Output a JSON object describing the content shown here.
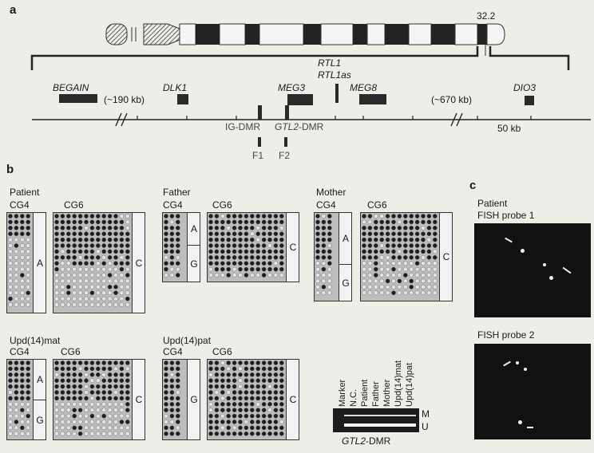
{
  "panels": {
    "a": "a",
    "b": "b",
    "c": "c"
  },
  "panel_a": {
    "band": "32.2",
    "genes": {
      "begain": "BEGAIN",
      "dlk1": "DLK1",
      "meg3": "MEG3",
      "rtl1": "RTL1",
      "rtl1as": "RTL1as",
      "meg8": "MEG8",
      "dio3": "DIO3"
    },
    "gaps": {
      "gap1": "(~190 kb)",
      "gap2": "(~670 kb)"
    },
    "dmrs": {
      "ig": "IG-DMR",
      "gtl2_italic": "GTL2",
      "gtl2_suffix": "-DMR"
    },
    "probes": {
      "f1": "F1",
      "f2": "F2"
    },
    "scale": "50 kb"
  },
  "panel_b": {
    "groups": [
      {
        "title_line1": "Patient",
        "cg4": "CG4",
        "cg6": "CG6",
        "cg4_alleles": [
          "A"
        ],
        "cg6_allele": "C"
      },
      {
        "title_line1": "Father",
        "cg4": "CG4",
        "cg6": "CG6",
        "cg4_alleles": [
          "A",
          "G"
        ],
        "cg6_allele": "C"
      },
      {
        "title_line1": "Mother",
        "cg4": "CG4",
        "cg6": "CG6",
        "cg4_alleles": [
          "A",
          "G"
        ],
        "cg6_allele": "C"
      },
      {
        "title_line1": "Upd(14)mat",
        "cg4": "CG4",
        "cg6": "CG6",
        "cg4_alleles": [
          "A",
          "G"
        ],
        "cg6_allele": "C"
      },
      {
        "title_line1": "Upd(14)pat",
        "cg4": "CG4",
        "cg6": "CG6",
        "cg4_alleles": [
          "G"
        ],
        "cg6_allele": "C"
      }
    ],
    "gel": {
      "lanes": [
        "Marker",
        "N.C.",
        "Patient",
        "Father",
        "Mother",
        "Upd(14)mat",
        "Upd(14)pat"
      ],
      "bands": {
        "m": "M",
        "u": "U"
      },
      "caption_italic": "GTL2",
      "caption_suffix": "-DMR"
    }
  },
  "panel_c": {
    "patient": "Patient",
    "probe1": "FISH probe 1",
    "probe2": "FISH probe 2"
  }
}
